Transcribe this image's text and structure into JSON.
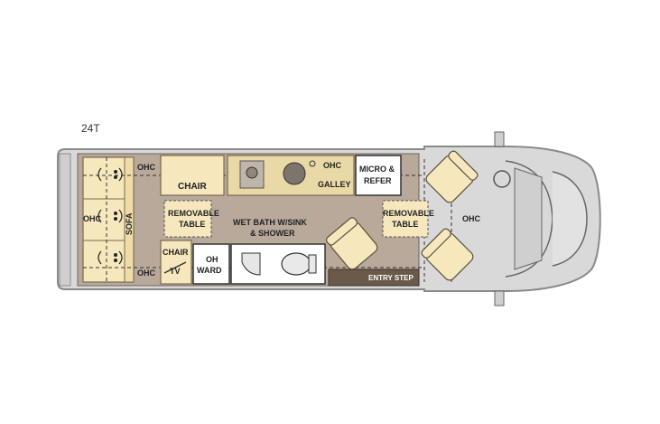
{
  "model": "24T",
  "labels": {
    "ohc_rear_top": "OHC",
    "ohc_rear_mid": "OHC",
    "ohc_rear_bottom": "OHC",
    "sofa": "SOFA",
    "chair_upper": "CHAIR",
    "removable_table_left_1": "REMOVABLE",
    "removable_table_left_2": "TABLE",
    "chair_lower": "CHAIR",
    "tv": "TV",
    "oh_ward_1": "OH",
    "oh_ward_2": "WARD",
    "ohc_galley": "OHC",
    "galley": "GALLEY",
    "wet_bath_1": "WET BATH W/SINK",
    "wet_bath_2": "& SHOWER",
    "micro_refer_1": "MICRO &",
    "micro_refer_2": "REFER",
    "removable_table_right_1": "REMOVABLE",
    "removable_table_right_2": "TABLE",
    "entry_step": "ENTRY STEP",
    "ohc_cab": "OHC"
  },
  "colors": {
    "floor": "#b8a99a",
    "cabinet": "#f6e7bd",
    "body_outline": "#8a8a8a",
    "body_fill": "#d9d9d9",
    "cab_fill": "#cfcfcf",
    "galley_counter": "#e9d9a6",
    "entry_step": "#6b5a4a"
  }
}
